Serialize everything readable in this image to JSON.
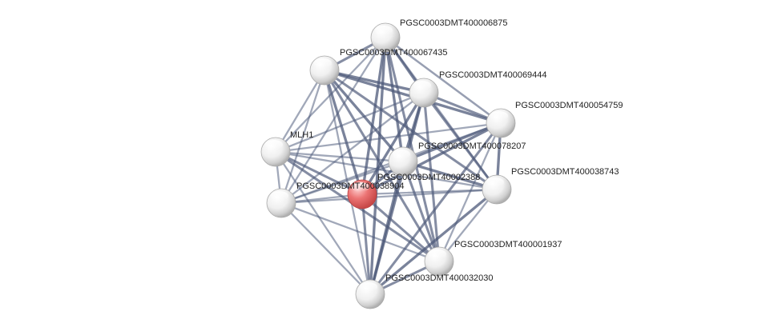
{
  "network": {
    "nodes": [
      {
        "id": "n6875",
        "label": "PGSC0003DMT400006875",
        "color": "#ffffff",
        "query": false
      },
      {
        "id": "n67435",
        "label": "PGSC0003DMT400067435",
        "color": "#ffffff",
        "query": false
      },
      {
        "id": "n69444",
        "label": "PGSC0003DMT400069444",
        "color": "#ffffff",
        "query": false
      },
      {
        "id": "n54759",
        "label": "PGSC0003DMT400054759",
        "color": "#ffffff",
        "query": false
      },
      {
        "id": "mlh1",
        "label": "MLH1",
        "color": "#ffffff",
        "query": false
      },
      {
        "id": "n78207",
        "label": "PGSC0003DMT400078207",
        "color": "#ffffff",
        "query": false
      },
      {
        "id": "n2388",
        "label": "PGSC0003DMT40002388",
        "color": "#ffffff",
        "query": false,
        "has_structure": true
      },
      {
        "id": "n38743",
        "label": "PGSC0003DMT400038743",
        "color": "#ffffff",
        "query": false
      },
      {
        "id": "n38904",
        "label": "PGSC0003DMT400038904",
        "color": "#e05a5a",
        "query": true
      },
      {
        "id": "nleft",
        "label": "",
        "color": "#ffffff",
        "query": false
      },
      {
        "id": "n1937",
        "label": "PGSC0003DMT400001937",
        "color": "#ffffff",
        "query": false
      },
      {
        "id": "n32030",
        "label": "PGSC0003DMT400032030",
        "color": "#ffffff",
        "query": false
      }
    ],
    "edges": [
      [
        "n6875",
        "n67435",
        0.8
      ],
      [
        "n6875",
        "n69444",
        0.9
      ],
      [
        "n6875",
        "n54759",
        0.6
      ],
      [
        "n6875",
        "mlh1",
        0.5
      ],
      [
        "n6875",
        "n2388",
        0.9
      ],
      [
        "n6875",
        "n38904",
        0.9
      ],
      [
        "n6875",
        "nleft",
        0.5
      ],
      [
        "n6875",
        "n38743",
        0.6
      ],
      [
        "n6875",
        "n1937",
        0.8
      ],
      [
        "n6875",
        "n32030",
        0.9
      ],
      [
        "n67435",
        "n69444",
        0.9
      ],
      [
        "n67435",
        "n54759",
        0.9
      ],
      [
        "n67435",
        "mlh1",
        0.5
      ],
      [
        "n67435",
        "n2388",
        0.9
      ],
      [
        "n67435",
        "n38904",
        0.9
      ],
      [
        "n67435",
        "nleft",
        0.5
      ],
      [
        "n67435",
        "n38743",
        0.8
      ],
      [
        "n67435",
        "n1937",
        0.8
      ],
      [
        "n67435",
        "n32030",
        0.5
      ],
      [
        "n69444",
        "n54759",
        0.8
      ],
      [
        "n69444",
        "mlh1",
        0.5
      ],
      [
        "n69444",
        "n2388",
        0.9
      ],
      [
        "n69444",
        "n38904",
        0.9
      ],
      [
        "n69444",
        "nleft",
        0.5
      ],
      [
        "n69444",
        "n38743",
        0.8
      ],
      [
        "n69444",
        "n1937",
        0.8
      ],
      [
        "n69444",
        "n32030",
        0.9
      ],
      [
        "n54759",
        "mlh1",
        0.5
      ],
      [
        "n54759",
        "n2388",
        0.9
      ],
      [
        "n54759",
        "n38904",
        0.9
      ],
      [
        "n54759",
        "nleft",
        0.5
      ],
      [
        "n54759",
        "n38743",
        0.9
      ],
      [
        "n54759",
        "n1937",
        0.5
      ],
      [
        "n54759",
        "n32030",
        0.8
      ],
      [
        "mlh1",
        "n2388",
        0.5
      ],
      [
        "mlh1",
        "n38904",
        0.8
      ],
      [
        "mlh1",
        "nleft",
        0.5
      ],
      [
        "mlh1",
        "n38743",
        0.5
      ],
      [
        "mlh1",
        "n1937",
        0.8
      ],
      [
        "mlh1",
        "n32030",
        0.5
      ],
      [
        "n2388",
        "n38904",
        0.9
      ],
      [
        "n2388",
        "nleft",
        0.5
      ],
      [
        "n2388",
        "n38743",
        0.9
      ],
      [
        "n2388",
        "n1937",
        0.8
      ],
      [
        "n2388",
        "n32030",
        0.9
      ],
      [
        "n38904",
        "nleft",
        0.5
      ],
      [
        "n38904",
        "n38743",
        0.5
      ],
      [
        "n38904",
        "n1937",
        0.8
      ],
      [
        "n38904",
        "n32030",
        0.8
      ],
      [
        "nleft",
        "n38743",
        0.5
      ],
      [
        "nleft",
        "n1937",
        0.5
      ],
      [
        "nleft",
        "n32030",
        0.5
      ],
      [
        "n38743",
        "n1937",
        0.5
      ],
      [
        "n38743",
        "n32030",
        0.9
      ],
      [
        "n1937",
        "n32030",
        0.8
      ]
    ],
    "edge_color": "#4e5a7a"
  }
}
